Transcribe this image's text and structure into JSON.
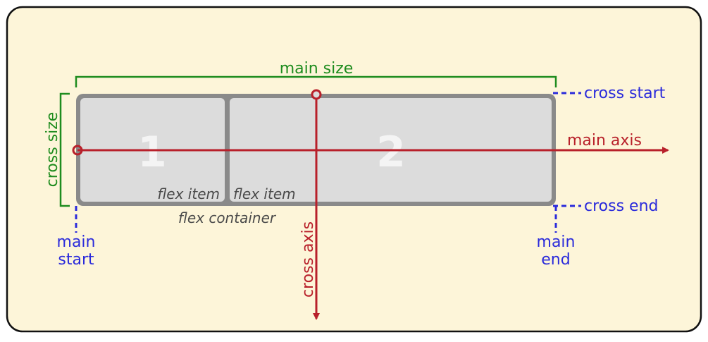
{
  "diagram": {
    "colors": {
      "background": "#fdf5d9",
      "frame": "#111111",
      "container_border": "#8a8a8a",
      "item_fill": "#dcdcdc",
      "size_lines": "#1e8c1e",
      "axes": "#b8202a",
      "edge_labels": "#2a2adb"
    },
    "items": [
      {
        "number": "1",
        "label": "flex item"
      },
      {
        "number": "2",
        "label": "flex item"
      }
    ],
    "container_label": "flex container",
    "main_size_label": "main size",
    "cross_size_label": "cross size",
    "main_axis_label": "main axis",
    "cross_axis_label": "cross axis",
    "cross_start_label": "cross start",
    "cross_end_label": "cross end",
    "main_start_lines": [
      "main",
      "start"
    ],
    "main_end_lines": [
      "main",
      "end"
    ]
  }
}
